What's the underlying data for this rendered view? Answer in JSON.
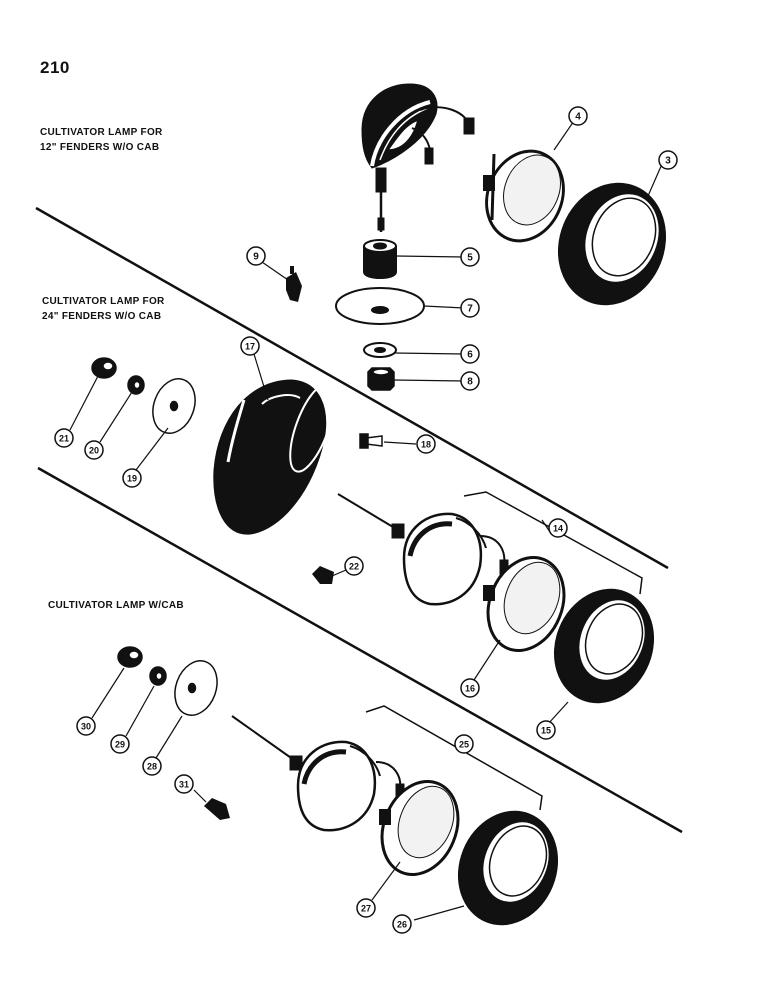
{
  "page_number": "210",
  "sections": {
    "fenders_12": [
      "CULTIVATOR LAMP FOR",
      "12\" FENDERS W/O CAB"
    ],
    "fenders_24": [
      "CULTIVATOR LAMP FOR",
      "24\" FENDERS W/O CAB"
    ],
    "with_cab": [
      "CULTIVATOR LAMP W/CAB"
    ]
  },
  "callouts": [
    "3",
    "4",
    "5",
    "6",
    "7",
    "8",
    "9",
    "14",
    "15",
    "16",
    "17",
    "18",
    "19",
    "20",
    "21",
    "22",
    "25",
    "26",
    "27",
    "28",
    "29",
    "30",
    "31"
  ],
  "colors": {
    "ink": "#111111",
    "paper": "#ffffff"
  }
}
